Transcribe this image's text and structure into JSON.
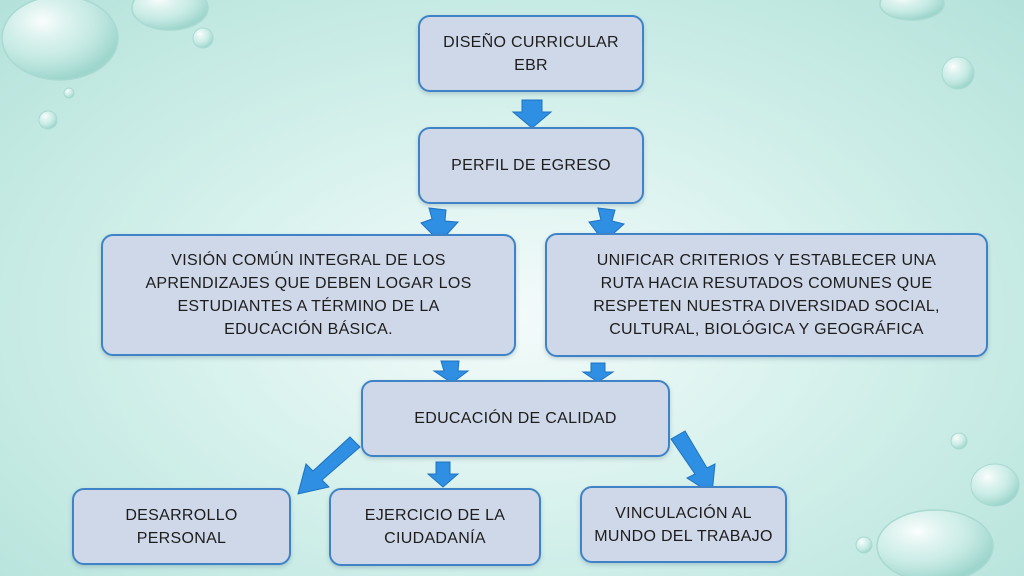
{
  "diagram": {
    "nodes": {
      "diseno": "DISEÑO CURRICULAR EBR",
      "perfil": "PERFIL DE EGRESO",
      "vision": "VISIÓN COMÚN INTEGRAL DE LOS APRENDIZAJES QUE DEBEN LOGAR LOS ESTUDIANTES A TÉRMINO DE LA EDUCACIÓN BÁSICA.",
      "unificar": "UNIFICAR CRITERIOS Y ESTABLECER UNA RUTA HACIA RESUTADOS COMUNES QUE RESPETEN NUESTRA DIVERSIDAD SOCIAL, CULTURAL, BIOLÓGICA Y GEOGRÁFICA",
      "calidad": "EDUCACIÓN DE CALIDAD",
      "desarrollo": "DESARROLLO PERSONAL",
      "ejercicio": "EJERCICIO DE LA CIUDADANÍA",
      "vinculacion": "VINCULACIÓN AL MUNDO DEL TRABAJO"
    },
    "colors": {
      "node_fill": "#cfd8e8",
      "node_border": "#3f83c6",
      "arrow": "#2f8fe3",
      "background": "#c6ebe4"
    }
  }
}
